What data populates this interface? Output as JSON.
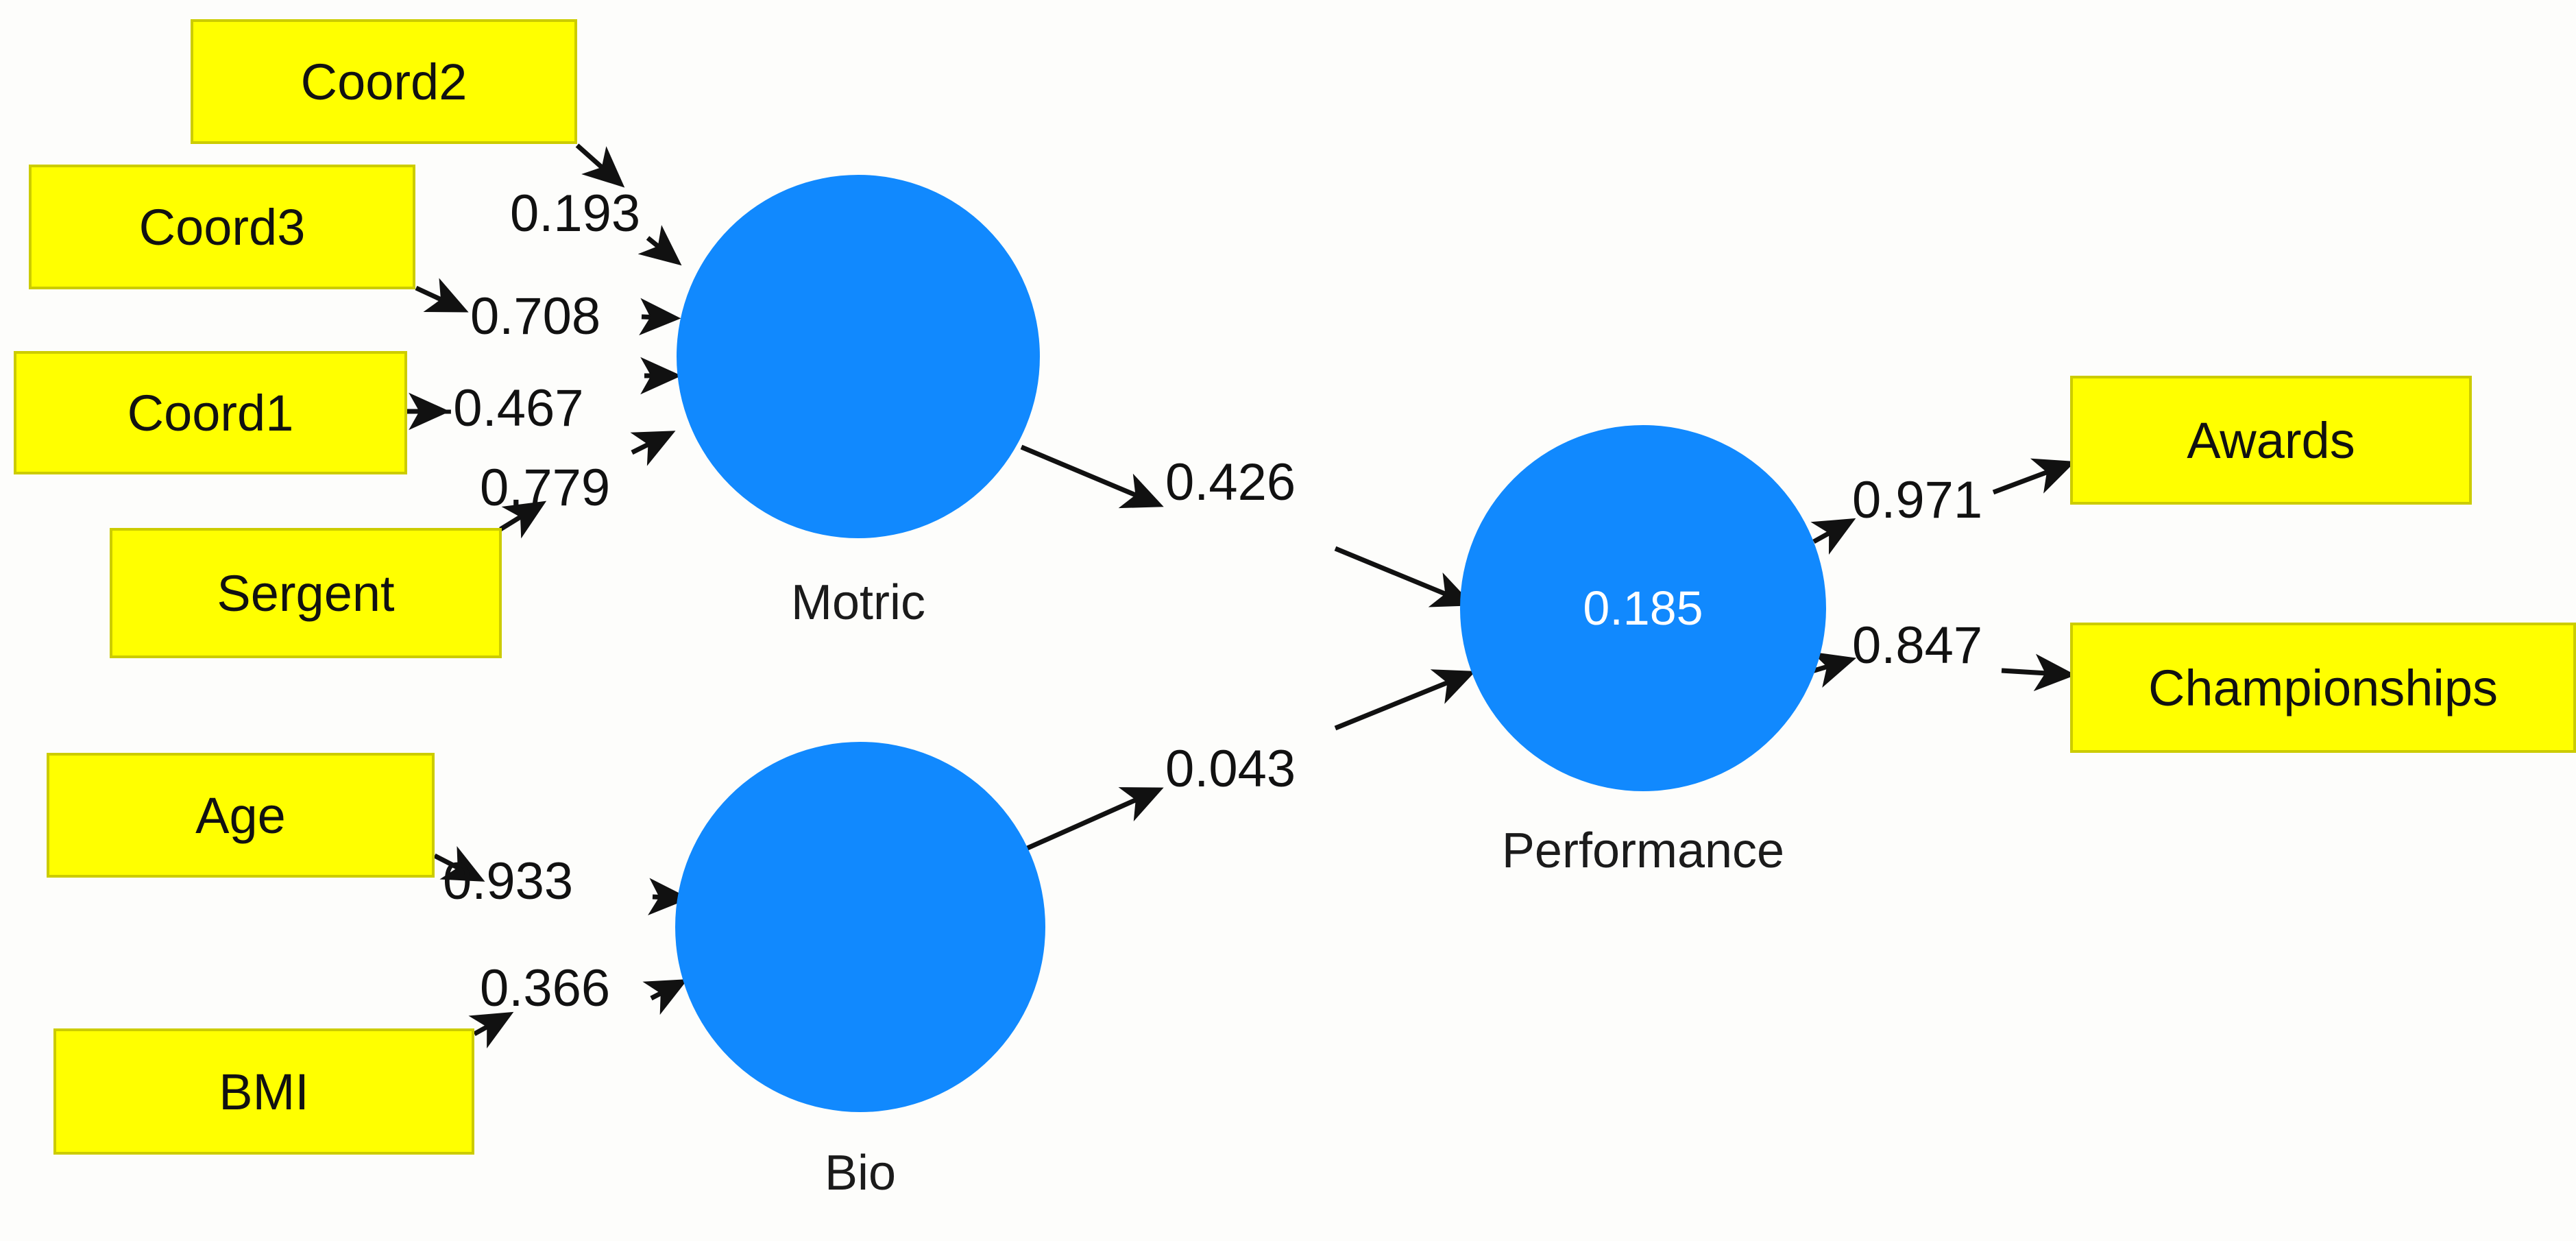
{
  "figure": {
    "type": "sem-path-diagram",
    "background_color": "#fdfdfb",
    "indicator_fill": "#ffff00",
    "indicator_border": "#cccc00",
    "construct_fill": "#1189fe",
    "construct_text_color": "#ffffff",
    "edge_color": "#111111"
  },
  "indicators": {
    "coord2": "Coord2",
    "coord3": "Coord3",
    "coord1": "Coord1",
    "sergent": "Sergent",
    "age": "Age",
    "bmi": "BMI",
    "awards": "Awards",
    "championships": "Championships"
  },
  "constructs": {
    "motric": {
      "label": "Motric",
      "value": ""
    },
    "bio": {
      "label": "Bio",
      "value": ""
    },
    "performance": {
      "label": "Performance",
      "value": "0.185"
    }
  },
  "coefficients": {
    "coord2_motric": "0.193",
    "coord3_motric": "0.708",
    "coord1_motric": "-0.467",
    "sergent_motric": "0.779",
    "motric_performance": "0.426",
    "bio_performance": "0.043",
    "age_bio": "0.933",
    "bmi_bio": "0.366",
    "performance_awards": "0.971",
    "performance_championships": "0.847"
  },
  "chart_data": {
    "type": "diagram",
    "title": "",
    "nodes": [
      {
        "id": "Coord2",
        "kind": "indicator",
        "label": "Coord2"
      },
      {
        "id": "Coord3",
        "kind": "indicator",
        "label": "Coord3"
      },
      {
        "id": "Coord1",
        "kind": "indicator",
        "label": "Coord1"
      },
      {
        "id": "Sergent",
        "kind": "indicator",
        "label": "Sergent"
      },
      {
        "id": "Age",
        "kind": "indicator",
        "label": "Age"
      },
      {
        "id": "BMI",
        "kind": "indicator",
        "label": "BMI"
      },
      {
        "id": "Awards",
        "kind": "indicator",
        "label": "Awards"
      },
      {
        "id": "Championships",
        "kind": "indicator",
        "label": "Championships"
      },
      {
        "id": "Motric",
        "kind": "latent",
        "label": "Motric",
        "r_square": null
      },
      {
        "id": "Bio",
        "kind": "latent",
        "label": "Bio",
        "r_square": null
      },
      {
        "id": "Performance",
        "kind": "latent",
        "label": "Performance",
        "r_square": 0.185
      }
    ],
    "edges": [
      {
        "from": "Coord2",
        "to": "Motric",
        "weight": 0.193
      },
      {
        "from": "Coord3",
        "to": "Motric",
        "weight": 0.708
      },
      {
        "from": "Coord1",
        "to": "Motric",
        "weight": -0.467
      },
      {
        "from": "Sergent",
        "to": "Motric",
        "weight": 0.779
      },
      {
        "from": "Age",
        "to": "Bio",
        "weight": 0.933
      },
      {
        "from": "BMI",
        "to": "Bio",
        "weight": 0.366
      },
      {
        "from": "Motric",
        "to": "Performance",
        "weight": 0.426
      },
      {
        "from": "Bio",
        "to": "Performance",
        "weight": 0.043
      },
      {
        "from": "Performance",
        "to": "Awards",
        "weight": 0.971
      },
      {
        "from": "Performance",
        "to": "Championships",
        "weight": 0.847
      }
    ]
  }
}
